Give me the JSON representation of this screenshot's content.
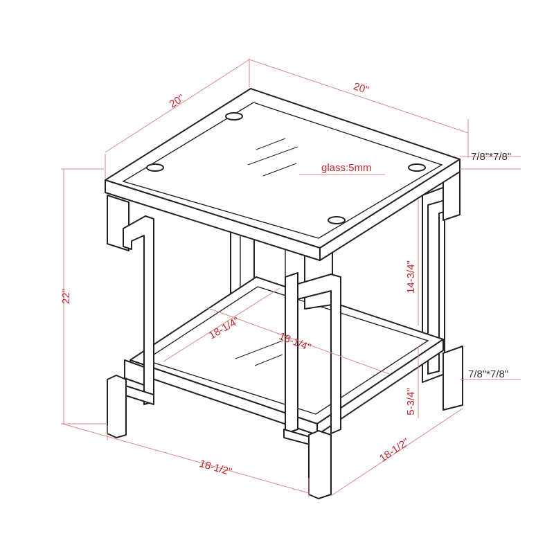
{
  "dimensions": {
    "top_depth": "20\"",
    "top_width": "20\"",
    "leg_profile_top": "7/8\"*7/8\"",
    "glass_thickness": "glass:5mm",
    "total_height": "22\"",
    "upper_span_height": "14-3/4\"",
    "shelf_depth": "18-1/4\"",
    "shelf_width": "18-1/4\"",
    "leg_profile_bottom": "7/8\"*7/8\"",
    "shelf_clearance": "5-3/4\"",
    "base_width_front": "18-1/2\"",
    "base_width_side": "18-1/2\""
  },
  "colors": {
    "dimension_text": "#c0282d",
    "dimension_line": "#d98a8a",
    "outline": "#222222"
  }
}
